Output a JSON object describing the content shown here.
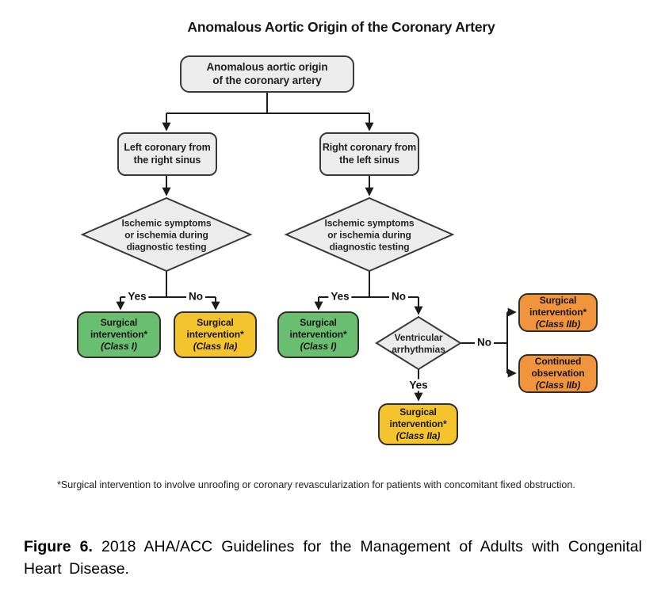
{
  "title": "Anomalous Aortic Origin of the Coronary Artery",
  "nodes": {
    "root": {
      "label": "Anomalous aortic origin\nof the coronary artery"
    },
    "left_branch": {
      "label": "Left coronary from\nthe right sinus"
    },
    "right_branch": {
      "label": "Right coronary from\nthe left sinus"
    },
    "left_decision": {
      "label": "Ischemic symptoms\nor ischemia during\ndiagnostic testing"
    },
    "right_decision": {
      "label": "Ischemic symptoms\nor ischemia during\ndiagnostic testing"
    },
    "va_decision": {
      "label": "Ventricular\narrhythmias"
    },
    "left_yes_outcome": {
      "label": "Surgical\nintervention*",
      "class_label": "(Class I)"
    },
    "left_no_outcome": {
      "label": "Surgical\nintervention*",
      "class_label": "(Class IIa)"
    },
    "right_yes_outcome": {
      "label": "Surgical\nintervention*",
      "class_label": "(Class I)"
    },
    "va_yes_outcome": {
      "label": "Surgical\nintervention*",
      "class_label": "(Class IIa)"
    },
    "va_no_outcome_top": {
      "label": "Surgical\nintervention*",
      "class_label": "(Class IIb)"
    },
    "va_no_outcome_bottom": {
      "label": "Continued\nobservation",
      "class_label": "(Class IIb)"
    }
  },
  "edge_labels": {
    "left_yes": "Yes",
    "left_no": "No",
    "right_yes": "Yes",
    "right_no": "No",
    "va_no": "No",
    "va_yes": "Yes"
  },
  "footnote": "*Surgical intervention to involve unroofing or coronary revascularization for patients with concomitant fixed obstruction.",
  "caption": {
    "label": "Figure 6.",
    "text": "2018 AHA/ACC Guidelines for the Management of Adults with Congenital Heart Disease."
  },
  "colors": {
    "class_i_green": "#6abe72",
    "class_iia_yellow": "#f4c42f",
    "class_iib_orange": "#f0943d",
    "node_gray": "#ececec",
    "line_dark": "#1c1c1c"
  }
}
